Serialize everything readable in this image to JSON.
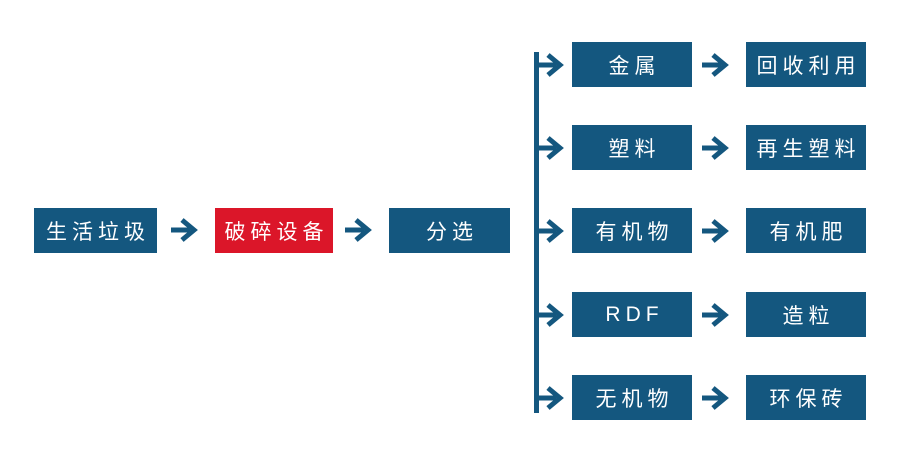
{
  "diagram": {
    "type": "flowchart",
    "background": "#FFFFFF",
    "colors": {
      "node_blue": "#14577F",
      "node_red": "#DB1629",
      "arrow_blue": "#14577F",
      "text": "#FFFFFF"
    },
    "icons": {
      "arrow_right": "→"
    },
    "main_flow": {
      "nodes": [
        {
          "label": "生活垃圾",
          "variant": "blue"
        },
        {
          "label": "破碎设备",
          "variant": "red"
        },
        {
          "label": "分选",
          "variant": "blue"
        }
      ]
    },
    "branches": [
      {
        "source": "金属",
        "result": "回收利用"
      },
      {
        "source": "塑料",
        "result": "再生塑料"
      },
      {
        "source": "有机物",
        "result": "有机肥"
      },
      {
        "source": "RDF",
        "result": "造粒"
      },
      {
        "source": "无机物",
        "result": "环保砖"
      }
    ]
  }
}
